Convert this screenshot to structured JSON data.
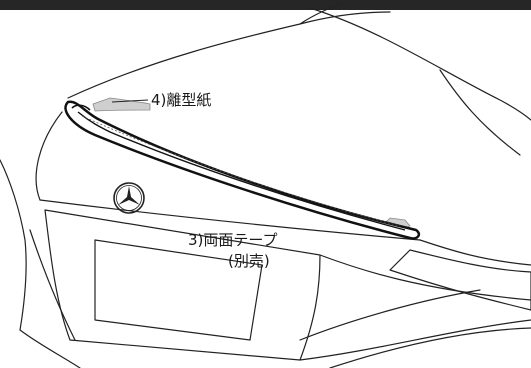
{
  "labels": {
    "release_paper": "4)離型紙",
    "double_sided_tape": "3)両面テープ",
    "sold_separately": "(別売)"
  }
}
